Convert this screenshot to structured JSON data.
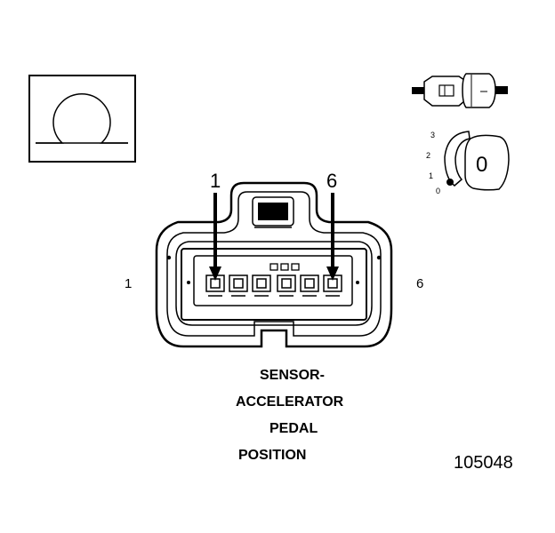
{
  "component_title": [
    "SENSOR-",
    "ACCELERATOR",
    "PEDAL",
    "POSITION"
  ],
  "pin_callouts": {
    "left": "1",
    "right": "6"
  },
  "side_labels": {
    "left": "1",
    "right": "6"
  },
  "figure_number": "105048",
  "key_position": {
    "marks": [
      "3",
      "2",
      "1",
      "0"
    ],
    "selected": "0"
  },
  "symbol_box_icon": "omega-resistance-icon",
  "colors": {
    "ink": "#000000",
    "background": "#ffffff"
  }
}
